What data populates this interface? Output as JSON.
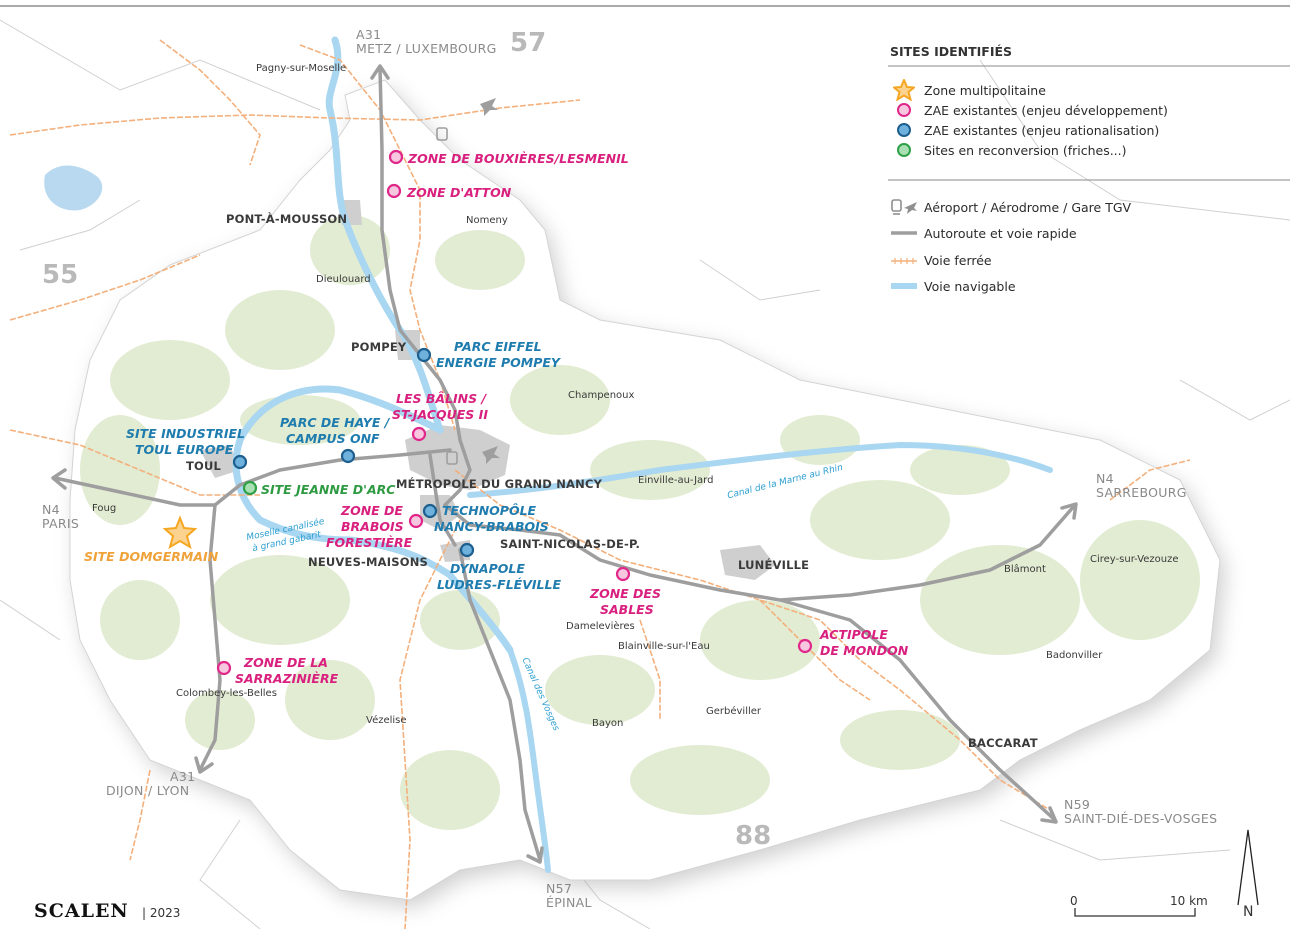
{
  "legend": {
    "title": "SITES IDENTIFIÉS",
    "zone_multipolitaine": "Zone multipolitaine",
    "zae_dev": "ZAE existantes (enjeu développement)",
    "zae_rat": "ZAE existantes (enjeu rationalisation)",
    "reconversion": "Sites en reconversion (friches...)",
    "airport": "Aéroport / Aérodrome / Gare TGV",
    "highway": "Autoroute et voie rapide",
    "rail": "Voie ferrée",
    "waterway": "Voie navigable",
    "colors": {
      "pink": "#e0288a",
      "blue": "#2b7fbb",
      "green": "#2fa046",
      "orange": "#f5a623"
    }
  },
  "roads": {
    "a31_north_num": "A31",
    "a31_north_dest": "METZ / LUXEMBOURG",
    "n4_west_num": "N4",
    "n4_west_dest": "PARIS",
    "a31_south_num": "A31",
    "a31_south_dest": "DIJON / LYON",
    "n4_east_num": "N4",
    "n4_east_dest": "SARREBOURG",
    "n59_num": "N59",
    "n59_dest": "SAINT-DIÉ-DES-VOSGES",
    "n57_num": "N57",
    "n57_dest": "ÉPINAL"
  },
  "departments": {
    "d57": "57",
    "d55": "55",
    "d88": "88"
  },
  "towns": {
    "pagny": "Pagny-sur-Moselle",
    "pont_a_mousson": "PONT-À-MOUSSON",
    "nomeny": "Nomeny",
    "dieulouard": "Dieulouard",
    "pompey": "POMPEY",
    "champenoux": "Champenoux",
    "toul": "TOUL",
    "metropole": "MÉTROPOLE DU GRAND NANCY",
    "einville": "Einville-au-Jard",
    "foug": "Foug",
    "neuves_maisons": "NEUVES-MAISONS",
    "saint_nicolas": "SAINT-NICOLAS-DE-P.",
    "luneville": "LUNÉVILLE",
    "blamont": "Blâmont",
    "cirey": "Cirey-sur-Vezouze",
    "damelevieres": "Damelevières",
    "blainville": "Blainville-sur-l'Eau",
    "badonviller": "Badonviller",
    "colombey": "Colombey-les-Belles",
    "vezelise": "Vézelise",
    "bayon": "Bayon",
    "gerbeviller": "Gerbéviller",
    "baccarat": "BACCARAT"
  },
  "sites": {
    "bouxieres": "ZONE DE BOUXIÈRES/LESMENIL",
    "atton": "ZONE D'ATTON",
    "eiffel_1": "PARC EIFFEL",
    "eiffel_2": "ENERGIE POMPEY",
    "balins_1": "LES BÂLINS /",
    "balins_2": "ST-JACQUES II",
    "haye_1": "PARC DE HAYE /",
    "haye_2": "CAMPUS ONF",
    "toul_europe_1": "SITE INDUSTRIEL",
    "toul_europe_2": "TOUL EUROPE",
    "jeanne": "SITE JEANNE D'ARC",
    "domgermain": "SITE DOMGERMAIN",
    "brabois_for_1": "ZONE DE",
    "brabois_for_2": "BRABOIS",
    "brabois_for_3": "FORESTIÈRE",
    "technopole_1": "TECHNOPÔLE",
    "technopole_2": "NANCY-BRABOIS",
    "dynapole_1": "DYNAPOLE",
    "dynapole_2": "LUDRES-FLÉVILLE",
    "sables_1": "ZONE DES",
    "sables_2": "SABLES",
    "actipole_1": "ACTIPOLE",
    "actipole_2": "DE MONDON",
    "sarraziniere_1": "ZONE DE LA",
    "sarraziniere_2": "SARRAZINIÈRE"
  },
  "canals": {
    "moselle_1": "Moselle canalisée",
    "moselle_2": "à grand gabarit",
    "marne_rhin": "Canal de la Marne au Rhin",
    "vosges": "Canal des Vosges"
  },
  "footer": {
    "brand": "SCALEN",
    "year": "| 2023"
  },
  "scale": {
    "zero": "0",
    "ten": "10 km",
    "north": "N"
  }
}
